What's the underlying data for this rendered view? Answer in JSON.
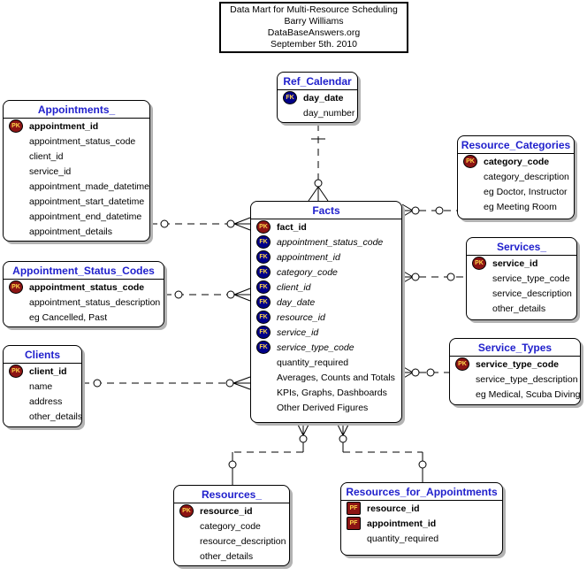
{
  "caption": {
    "lines": [
      "Data Mart for Multi-Resource Scheduling",
      "Barry Williams",
      "DataBaseAnswers.org",
      "September 5th. 2010"
    ]
  },
  "colors": {
    "entity_title": "#1f1fcc",
    "pk_icon": "#8c1414",
    "fk_icon": "#000088",
    "pf_icon": "#8c1414",
    "icon_text": "#ffd54a",
    "shadow": "#b3b3b3",
    "line": "#000000"
  },
  "entities": {
    "ref_calendar": {
      "title": "Ref_Calendar",
      "fields": [
        {
          "icon": "FK",
          "name": "day_date",
          "style": "bold"
        },
        {
          "icon": null,
          "name": "day_number",
          "style": "normal"
        }
      ]
    },
    "appointments": {
      "title": "Appointments_",
      "fields": [
        {
          "icon": "PK",
          "name": "appointment_id",
          "style": "bold"
        },
        {
          "icon": null,
          "name": "appointment_status_code",
          "style": "normal"
        },
        {
          "icon": null,
          "name": "client_id",
          "style": "normal"
        },
        {
          "icon": null,
          "name": "service_id",
          "style": "normal"
        },
        {
          "icon": null,
          "name": "appointment_made_datetime",
          "style": "normal"
        },
        {
          "icon": null,
          "name": "appointment_start_datetime",
          "style": "normal"
        },
        {
          "icon": null,
          "name": "appointment_end_datetime",
          "style": "normal"
        },
        {
          "icon": null,
          "name": "appointment_details",
          "style": "normal"
        }
      ]
    },
    "appointment_status_codes": {
      "title": "Appointment_Status_Codes",
      "fields": [
        {
          "icon": "PK",
          "name": "appointment_status_code",
          "style": "bold"
        },
        {
          "icon": null,
          "name": "appointment_status_description",
          "style": "normal"
        },
        {
          "icon": null,
          "name": "eg Cancelled, Past",
          "style": "normal"
        }
      ]
    },
    "clients": {
      "title": "Clients",
      "fields": [
        {
          "icon": "PK",
          "name": "client_id",
          "style": "bold"
        },
        {
          "icon": null,
          "name": "name",
          "style": "normal"
        },
        {
          "icon": null,
          "name": "address",
          "style": "normal"
        },
        {
          "icon": null,
          "name": "other_details",
          "style": "normal"
        }
      ]
    },
    "facts": {
      "title": "Facts",
      "fields": [
        {
          "icon": "PK",
          "name": "fact_id",
          "style": "bold"
        },
        {
          "icon": "FK",
          "name": "appointment_status_code",
          "style": "italic"
        },
        {
          "icon": "FK",
          "name": "appointment_id",
          "style": "italic"
        },
        {
          "icon": "FK",
          "name": "category_code",
          "style": "italic"
        },
        {
          "icon": "FK",
          "name": "client_id",
          "style": "italic"
        },
        {
          "icon": "FK",
          "name": "day_date",
          "style": "italic"
        },
        {
          "icon": "FK",
          "name": "resource_id",
          "style": "italic"
        },
        {
          "icon": "FK",
          "name": "service_id",
          "style": "italic"
        },
        {
          "icon": "FK",
          "name": "service_type_code",
          "style": "italic"
        },
        {
          "icon": null,
          "name": "quantity_required",
          "style": "normal"
        },
        {
          "icon": null,
          "name": "Averages, Counts and Totals",
          "style": "normal"
        },
        {
          "icon": null,
          "name": "KPIs, Graphs, Dashboards",
          "style": "normal"
        },
        {
          "icon": null,
          "name": "Other Derived Figures",
          "style": "normal"
        }
      ]
    },
    "resource_categories": {
      "title": "Resource_Categories",
      "fields": [
        {
          "icon": "PK",
          "name": "category_code",
          "style": "bold"
        },
        {
          "icon": null,
          "name": "category_description",
          "style": "normal"
        },
        {
          "icon": null,
          "name": "eg Doctor, Instructor",
          "style": "normal"
        },
        {
          "icon": null,
          "name": "eg Meeting Room",
          "style": "normal"
        }
      ]
    },
    "services": {
      "title": "Services_",
      "fields": [
        {
          "icon": "PK",
          "name": "service_id",
          "style": "bold"
        },
        {
          "icon": null,
          "name": "service_type_code",
          "style": "normal"
        },
        {
          "icon": null,
          "name": "service_description",
          "style": "normal"
        },
        {
          "icon": null,
          "name": "other_details",
          "style": "normal"
        }
      ]
    },
    "service_types": {
      "title": "Service_Types",
      "fields": [
        {
          "icon": "PK",
          "name": "service_type_code",
          "style": "bold"
        },
        {
          "icon": null,
          "name": "service_type_description",
          "style": "normal"
        },
        {
          "icon": null,
          "name": "eg Medical, Scuba Diving",
          "style": "normal"
        }
      ]
    },
    "resources": {
      "title": "Resources_",
      "fields": [
        {
          "icon": "PK",
          "name": "resource_id",
          "style": "bold"
        },
        {
          "icon": null,
          "name": "category_code",
          "style": "normal"
        },
        {
          "icon": null,
          "name": "resource_description",
          "style": "normal"
        },
        {
          "icon": null,
          "name": "other_details",
          "style": "normal"
        }
      ]
    },
    "resources_for_appointments": {
      "title": "Resources_for_Appointments",
      "fields": [
        {
          "icon": "PF",
          "name": "resource_id",
          "style": "bold"
        },
        {
          "icon": "PF",
          "name": "appointment_id",
          "style": "bold"
        },
        {
          "icon": null,
          "name": "quantity_required",
          "style": "normal"
        }
      ]
    }
  },
  "relationships": [
    {
      "parent": "Ref_Calendar",
      "child": "Facts",
      "parent_end": "one",
      "child_end": "zero-or-many",
      "line": "dashed"
    },
    {
      "parent": "Appointments_",
      "child": "Facts",
      "parent_end": "zero-or-one",
      "child_end": "zero-or-many",
      "line": "dashed"
    },
    {
      "parent": "Appointment_Status_Codes",
      "child": "Facts",
      "parent_end": "zero-or-one",
      "child_end": "zero-or-many",
      "line": "dashed"
    },
    {
      "parent": "Clients",
      "child": "Facts",
      "parent_end": "zero-or-one",
      "child_end": "zero-or-many",
      "line": "dashed"
    },
    {
      "parent": "Resource_Categories",
      "child": "Facts",
      "parent_end": "zero-or-one",
      "child_end": "zero-or-many",
      "line": "dashed"
    },
    {
      "parent": "Services_",
      "child": "Facts",
      "parent_end": "zero-or-one",
      "child_end": "zero-or-many",
      "line": "dashed"
    },
    {
      "parent": "Service_Types",
      "child": "Facts",
      "parent_end": "zero-or-one",
      "child_end": "zero-or-many",
      "line": "dashed"
    },
    {
      "parent": "Resources_",
      "child": "Facts",
      "parent_end": "zero-or-one",
      "child_end": "zero-or-many",
      "line": "dashed"
    },
    {
      "parent": "Resources_for_Appointments",
      "child": "Facts",
      "parent_end": "zero-or-one",
      "child_end": "zero-or-many",
      "line": "dashed"
    }
  ]
}
